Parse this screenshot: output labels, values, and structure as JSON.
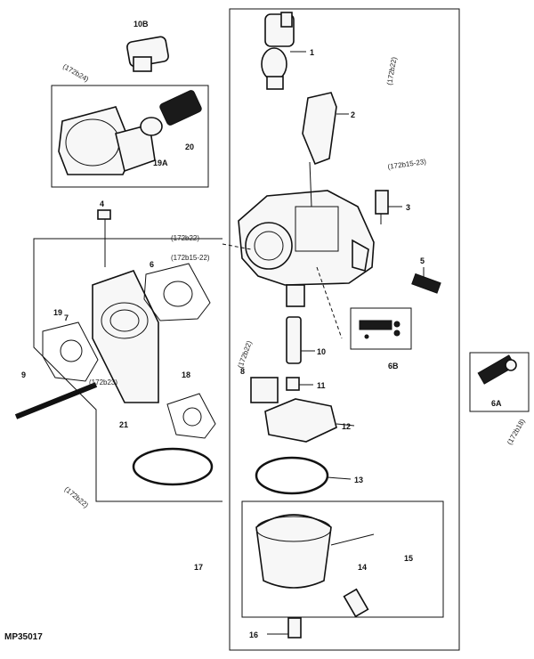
{
  "diagram_id": "MP35017",
  "callouts": {
    "c1": "1",
    "c2": "2",
    "c3": "3",
    "c4": "4",
    "c5": "5",
    "c6": "6",
    "c7": "7",
    "c8": "8",
    "c9": "9",
    "c10": "10",
    "c11": "11",
    "c12": "12",
    "c13": "13",
    "c14": "14",
    "c15": "15",
    "c16": "16",
    "c17": "17",
    "c18": "18",
    "c19": "19",
    "c20": "20",
    "c21": "21",
    "c6A": "6A",
    "c6B": "6B",
    "c10B": "10B",
    "c19A": "19A"
  },
  "notes": {
    "n_top_right": "(172b22)",
    "n_mid_right": "(172b15-23)",
    "n_center": "(172b22)",
    "n_center2": "(172b15-22)",
    "n_upper_left": "(172b24)",
    "n_left": "(172b23)",
    "n_bottom_left": "(172b22)",
    "n_center3": "(172b22)",
    "n_far_right": "(172b18)"
  }
}
